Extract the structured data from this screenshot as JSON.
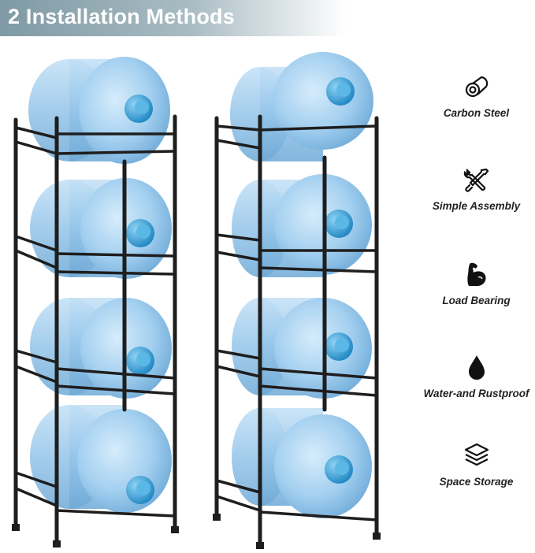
{
  "banner": {
    "title": "2 Installation Methods"
  },
  "features": [
    {
      "label": "Carbon Steel",
      "icon": "steel-pipe-icon"
    },
    {
      "label": "Simple Assembly",
      "icon": "wrench-screwdriver-icon"
    },
    {
      "label": "Load Bearing",
      "icon": "flexed-arm-icon"
    },
    {
      "label": "Water-and Rustproof",
      "icon": "water-drop-icon"
    },
    {
      "label": "Space Storage",
      "icon": "stacked-layers-icon"
    }
  ],
  "colors": {
    "banner": "#8fa7b1",
    "bottle": "#8fc3ea",
    "cap": "#2e9fd6",
    "rack": "#1e1e1e"
  }
}
